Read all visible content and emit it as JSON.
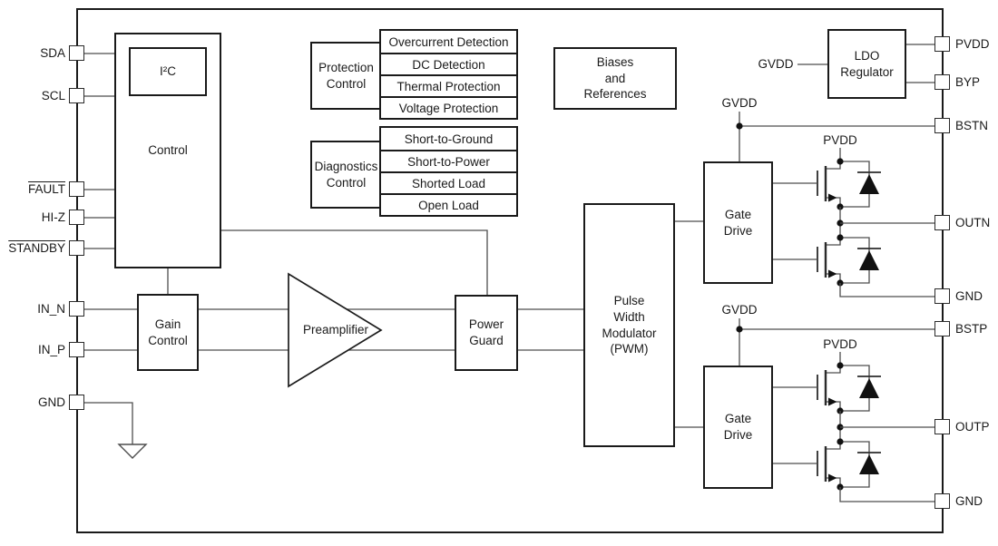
{
  "colors": {
    "ink": "#1a1a1a",
    "wire": "#4d4d4d",
    "background": "#ffffff"
  },
  "pins": {
    "left": [
      {
        "label": "SDA",
        "overline": false
      },
      {
        "label": "SCL",
        "overline": false
      },
      {
        "label": "FAULT",
        "overline": true
      },
      {
        "label": "HI-Z",
        "overline": false
      },
      {
        "label": "STANDBY",
        "overline": true
      },
      {
        "label": "IN_N",
        "overline": false
      },
      {
        "label": "IN_P",
        "overline": false
      },
      {
        "label": "GND",
        "overline": false
      }
    ],
    "right": [
      {
        "label": "PVDD"
      },
      {
        "label": "BYP"
      },
      {
        "label": "BSTN"
      },
      {
        "label": "OUTN"
      },
      {
        "label": "GND"
      },
      {
        "label": "BSTP"
      },
      {
        "label": "OUTP"
      },
      {
        "label": "GND"
      }
    ]
  },
  "blocks": {
    "control": "Control",
    "i2c": "I²C",
    "gain_control": "Gain\nControl",
    "preamplifier": "Preamplifier",
    "power_guard": "Power\nGuard",
    "pwm": "Pulse\nWidth\nModulator\n(PWM)",
    "gate_drive_n": "Gate\nDrive",
    "gate_drive_p": "Gate\nDrive",
    "ldo": "LDO\nRegulator",
    "biases": "Biases\nand\nReferences",
    "protection": {
      "label": "Protection\nControl",
      "items": [
        "Overcurrent Detection",
        "DC Detection",
        "Thermal Protection",
        "Voltage Protection"
      ]
    },
    "diagnostics": {
      "label": "Diagnostics\nControl",
      "items": [
        "Short-to-Ground",
        "Short-to-Power",
        "Shorted Load",
        "Open Load"
      ]
    }
  },
  "nets": {
    "gvdd_ldo": "GVDD",
    "gvdd_n": "GVDD",
    "gvdd_p": "GVDD",
    "pvdd_n": "PVDD",
    "pvdd_p": "PVDD"
  }
}
